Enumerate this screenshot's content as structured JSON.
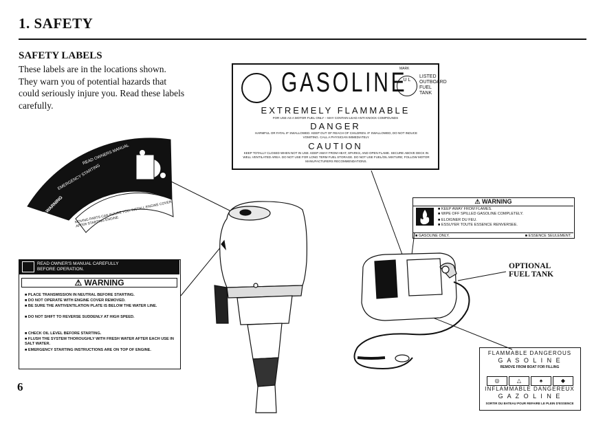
{
  "page": {
    "section_title": "1. SAFETY",
    "subheading": "SAFETY LABELS",
    "intro": "These labels are in the locations shown. They warn you of potential hazards that could seriously injure you. Read these labels carefully.",
    "page_number": "6",
    "optional_label": "OPTIONAL\nFUEL TANK"
  },
  "gasoline_label": {
    "word": "GASOLINE",
    "ul_mark": "U L",
    "ul_small": "MARK",
    "listed": "LISTED\nOUTBOARD\nFUEL TANK",
    "extremely": "EXTREMELY FLAMMABLE",
    "use": "FOR USE AS A MOTOR FUEL ONLY – MAY CONTAIN LEAD ANTI KNOCK COMPOUNDS",
    "danger": "DANGER",
    "danger_text": "HARMFUL OR FATAL IF SWALLOWED. KEEP OUT OF REACH OF CHILDREN. IF SWALLOWED, DO NOT INDUCE VOMITING. CALL A PHYSICIAN IMMEDIATELY.",
    "caution": "CAUTION",
    "caution_text": "KEEP TOTALLY CLOSED WHEN NOT IN USE. KEEP AWAY FROM HEAT, SPARKS, AND OPEN FLAME. SECURE ABOVE DECK IN WELL VENTILATED AREA. DO NOT USE FOR LONG TERM FUEL STORAGE. DO NOT USE FUEL/OIL MIXTURE; FOLLOW MOTOR MANUFACTURERS RECOMMENDATIONS."
  },
  "warning_right": {
    "head": "⚠ WARNING",
    "lines": [
      "■ KEEP AWAY FROM FLAMES.",
      "■ WIPE OFF SPILLED GASOLINE COMPLETELY.",
      "■ ELOIGNER DU FEU.",
      "■ ESSUYER TOUTE ESSENCE RENVERSEE."
    ],
    "foot_left": "■ GASOLINE ONLY.",
    "foot_right": "■ ESSENCE SEULEMENT."
  },
  "warning_left": {
    "top_line1": "READ OWNER'S MANUAL CAREFULLY",
    "top_line2": "BEFORE OPERATION.",
    "head": "⚠ WARNING",
    "items": [
      "■ PLACE TRANSMISSION IN NEUTRAL BEFORE STARTING.",
      "■ DO NOT OPERATE WITH ENGINE COVER REMOVED.",
      "■ BE SURE THE ANTIVENTILATION PLATE IS BELOW THE WATER LINE.",
      "■ DO NOT SHIFT TO REVERSE SUDDENLY AT HIGH SPEED.",
      "■ CHECK OIL LEVEL BEFORE STARTING.",
      "■ FLUSH THE SYSTEM THOROUGHLY WITH FRESH WATER AFTER EACH USE IN SALT WATER.",
      "■ EMERGENCY STARTING INSTRUCTIONS ARE ON TOP OF ENGINE."
    ]
  },
  "arc_label": {
    "read": "READ OWNERS MANUAL",
    "emergency": "EMERGENCY STARTING",
    "warning": "⚠WARNING",
    "bottom": "MOVING PARTS CAN INJURE YOU. INSTALL ENGINE COVER AFTER STARTING ENGINE."
  },
  "fuel_label": {
    "l1": "FLAMMABLE DANGEROUS",
    "l2": "G A S O L I N E",
    "l3": "REMOVE FROM BOAT FOR FILLING",
    "l4": "INFLAMMABLE DANGEREUX",
    "l5": "G A Z O L I N E",
    "l6": "SORTIR DU BATEAU POUR REFAIRE LE PLEIN D'ESSENCE"
  }
}
